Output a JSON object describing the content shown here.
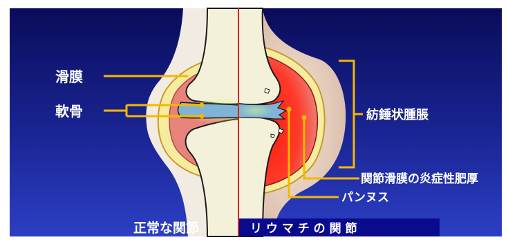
{
  "labels": {
    "synovium": "滑膜",
    "cartilage": "軟骨",
    "fusiform_swelling": "紡錘状腫脹",
    "synovial_thickening": "関節滑膜の炎症性肥厚",
    "pannus": "パンヌス"
  },
  "captions": {
    "normal_joint": "正常な関節",
    "rheumatoid_joint": "リ ウ マ チ の 関 節"
  },
  "colors": {
    "background_top": "#0a0c5a",
    "background_bottom": "#2c3fc4",
    "leader_line": "#f5b800",
    "bone": "#f3f1da",
    "capsule": "#f6ec9f",
    "synovial_fluid": "#e8837b",
    "cartilage": "#7fb4d6",
    "inflammation": "#ff2a1a",
    "midline": "#d8231c",
    "caption_band": "#0a0a8c",
    "label_text": "#ffffff"
  }
}
